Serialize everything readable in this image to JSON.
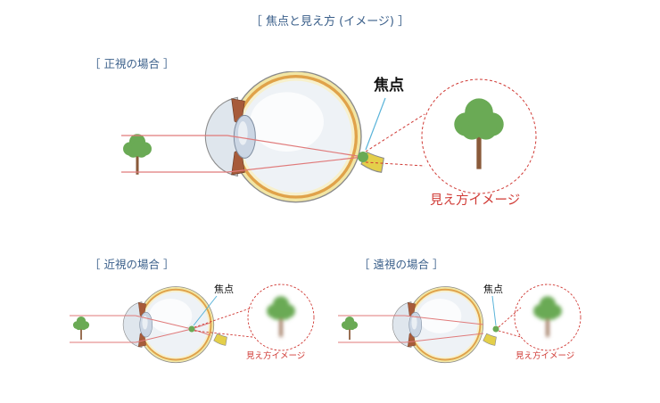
{
  "title": "［ 焦点と見え方 (イメージ) ］",
  "sections": {
    "normal": {
      "heading": "［ 正視の場合 ］",
      "focus_label": "焦点",
      "view_label": "見え方イメージ"
    },
    "myopia": {
      "heading": "［ 近視の場合 ］",
      "focus_label": "焦点",
      "view_label": "見え方イメージ"
    },
    "hyperopia": {
      "heading": "［ 遠視の場合 ］",
      "focus_label": "焦点",
      "view_label": "見え方イメージ"
    }
  },
  "colors": {
    "heading_text": "#3a5f8a",
    "ray": "#e07a7a",
    "annotation_red": "#d03a35",
    "focus_pointer": "#59b3d9",
    "tree_leaves": "#6aaa55",
    "tree_trunk": "#8a5a3a",
    "sclera_yellow": "#f2e6a4",
    "optic_nerve": "#e4cf4a"
  }
}
